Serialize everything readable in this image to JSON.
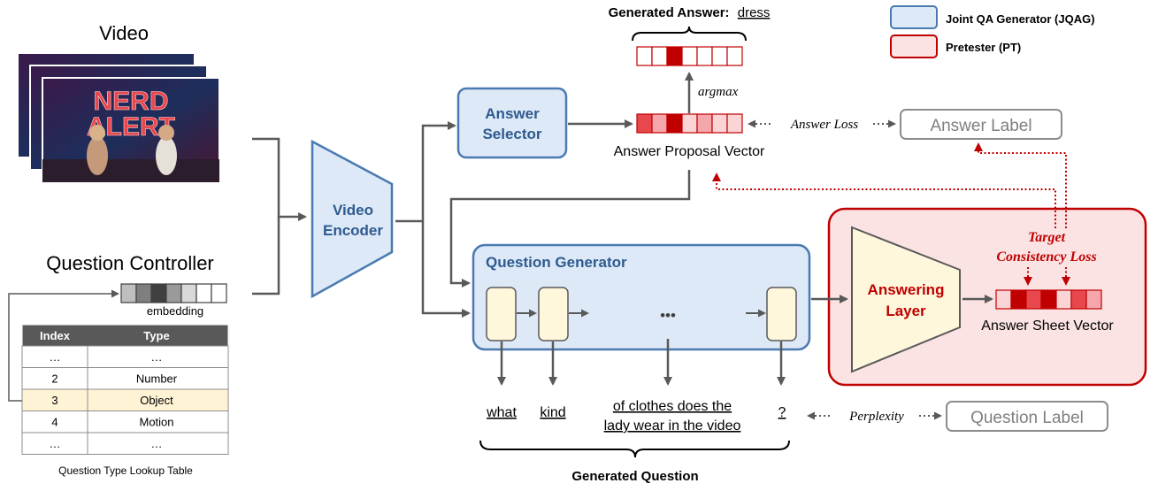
{
  "video": {
    "title": "Video",
    "overlay_text_line1": "NERD",
    "overlay_text_line2": "ALERT"
  },
  "question_controller": {
    "title": "Question Controller",
    "embedding_label": "embedding",
    "table": {
      "caption": "Question Type Lookup Table",
      "headers": [
        "Index",
        "Type"
      ],
      "rows": [
        [
          "…",
          "…"
        ],
        [
          "2",
          "Number"
        ],
        [
          "3",
          "Object"
        ],
        [
          "4",
          "Motion"
        ],
        [
          "…",
          "…"
        ]
      ],
      "highlighted_row": 2
    }
  },
  "video_encoder": {
    "line1": "Video",
    "line2": "Encoder"
  },
  "answer_selector": {
    "line1": "Answer",
    "line2": "Selector"
  },
  "answer_proposal_label": "Answer Proposal Vector",
  "argmax_label": "argmax",
  "generated_answer": {
    "prefix": "Generated Answer:",
    "word": "dress"
  },
  "answer_loss_label": "Answer Loss",
  "answer_label_box": "Answer Label",
  "question_generator_title": "Question Generator",
  "answering_layer": {
    "line1": "Answering",
    "line2": "Layer"
  },
  "answer_sheet_label": "Answer Sheet Vector",
  "target_consistency": {
    "line1": "Target",
    "line2": "Consistency Loss"
  },
  "generated_words": [
    "what",
    "kind",
    "of clothes does the",
    "lady wear in the video",
    "?"
  ],
  "dots": "•••",
  "perplexity_label": "Perplexity",
  "question_label_box": "Question Label",
  "generated_question_label": "Generated Question",
  "legend": [
    {
      "label": "Joint QA Generator (JQAG)"
    },
    {
      "label": "Pretester (PT)"
    }
  ],
  "colors": {
    "jqag_stroke": "#4a7ab0",
    "jqag_fill": "#dde9f7",
    "pt_stroke": "#c00000",
    "pt_fill": "#fbe3e4",
    "gru_fill": "#fff7dc",
    "arrow": "#595959",
    "dark_red": "#c00000",
    "mid_red": "#e8474d",
    "light_red": "#f4a6ab",
    "pale_red": "#fbd4d6"
  }
}
